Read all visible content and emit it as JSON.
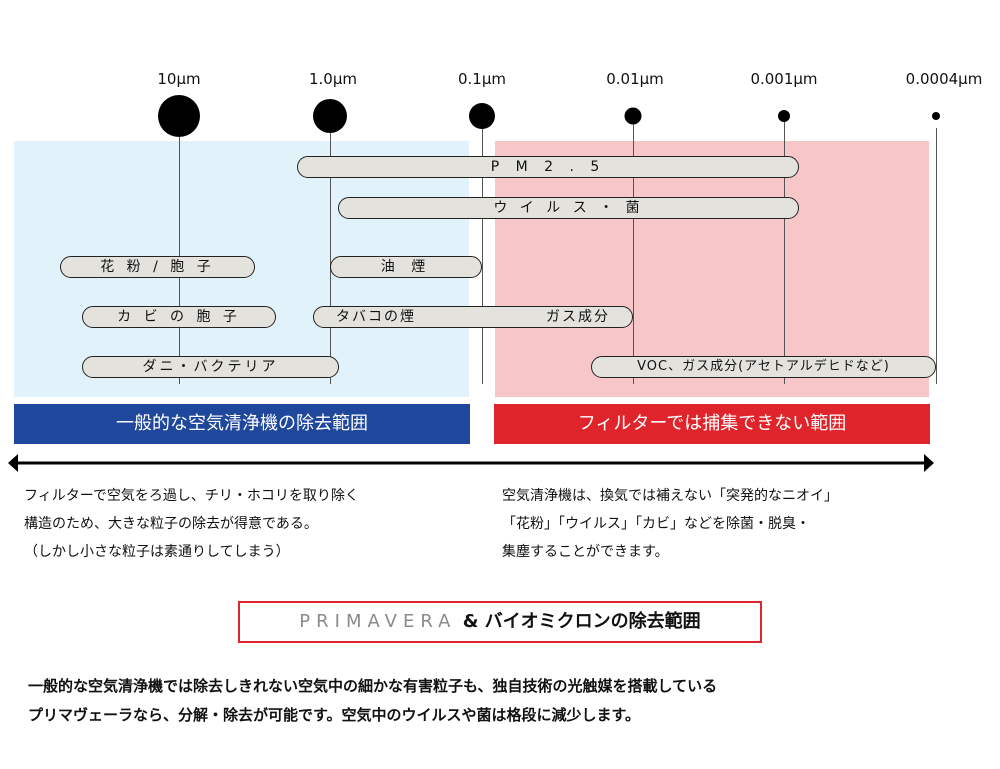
{
  "scale_labels": [
    "10μm",
    "1.0μm",
    "0.1μm",
    "0.01μm",
    "0.001μm",
    "0.0004μm"
  ],
  "particles": {
    "pm25": "P M 2 . 5",
    "virus": "ウ イ ル ス ・ 菌",
    "pollen": "花 粉 / 胞 子",
    "oil_smoke": "油 煙",
    "mold": "カ ビ の 胞 子",
    "tobacco": "タバコの煙",
    "gas": "ガス成分",
    "mites": "ダニ・バクテリア",
    "voc": "VOC、ガス成分(アセトアルデヒドなど)"
  },
  "banners": {
    "general": "一般的な空気清浄機の除去範囲",
    "filter": "フィルターでは捕集できない範囲"
  },
  "colors": {
    "blue_region": "#e2f2fb",
    "pink_region": "#f7c6c9",
    "blue_banner": "#1f479c",
    "red_banner": "#e0242b"
  },
  "left_desc": [
    "フィルターで空気をろ過し、チリ・ホコリを取り除く",
    "構造のため、大きな粒子の除去が得意である。",
    "（しかし小さな粒子は素通りしてしまう）"
  ],
  "right_desc": [
    "空気清浄機は、換気では補えない「突発的なニオイ」",
    "「花粉」「ウイルス」「カビ」などを除菌・脱臭・",
    "集塵することができます。"
  ],
  "title_box": {
    "brand": "PRIMAVERA",
    "rest": "& バイオミクロンの除去範囲"
  },
  "bottom_text": [
    "一般的な空気清浄機では除去しきれない空気中の細かな有害粒子も、独自技術の光触媒を搭載している",
    "プリマヴェーラなら、分解・除去が可能です。空気中のウイルスや菌は格段に減少します。"
  ]
}
